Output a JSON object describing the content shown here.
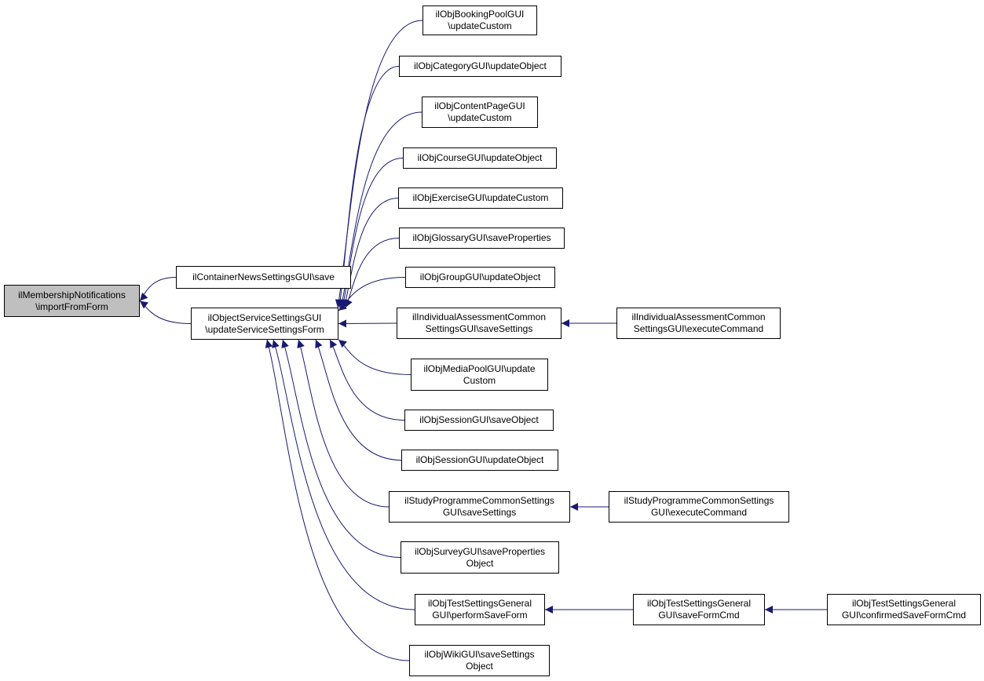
{
  "graph": {
    "edge_color": "#191970",
    "root_fill": "#bfbfbf",
    "node_fill": "#ffffff",
    "nodes": [
      {
        "id": "membership",
        "lines": [
          "ilMembershipNotifications",
          "\\importFromForm"
        ],
        "root": true
      },
      {
        "id": "news",
        "lines": [
          "ilContainerNewsSettingsGUI\\save"
        ]
      },
      {
        "id": "service",
        "lines": [
          "ilObjectServiceSettingsGUI",
          "\\updateServiceSettingsForm"
        ]
      },
      {
        "id": "booking",
        "lines": [
          "ilObjBookingPoolGUI",
          "\\updateCustom"
        ]
      },
      {
        "id": "category",
        "lines": [
          "ilObjCategoryGUI\\updateObject"
        ]
      },
      {
        "id": "contentpage",
        "lines": [
          "ilObjContentPageGUI",
          "\\updateCustom"
        ]
      },
      {
        "id": "course",
        "lines": [
          "ilObjCourseGUI\\updateObject"
        ]
      },
      {
        "id": "exercise",
        "lines": [
          "ilObjExerciseGUI\\updateCustom"
        ]
      },
      {
        "id": "glossary",
        "lines": [
          "ilObjGlossaryGUI\\saveProperties"
        ]
      },
      {
        "id": "group",
        "lines": [
          "ilObjGroupGUI\\updateObject"
        ]
      },
      {
        "id": "iass",
        "lines": [
          "ilIndividualAssessmentCommon",
          "SettingsGUI\\saveSettings"
        ]
      },
      {
        "id": "iass_exec",
        "lines": [
          "ilIndividualAssessmentCommon",
          "SettingsGUI\\executeCommand"
        ]
      },
      {
        "id": "mediapool",
        "lines": [
          "ilObjMediaPoolGUI\\update",
          "Custom"
        ]
      },
      {
        "id": "session_save",
        "lines": [
          "ilObjSessionGUI\\saveObject"
        ]
      },
      {
        "id": "session_update",
        "lines": [
          "ilObjSessionGUI\\updateObject"
        ]
      },
      {
        "id": "prg",
        "lines": [
          "ilStudyProgrammeCommonSettings",
          "GUI\\saveSettings"
        ]
      },
      {
        "id": "prg_exec",
        "lines": [
          "ilStudyProgrammeCommonSettings",
          "GUI\\executeCommand"
        ]
      },
      {
        "id": "survey",
        "lines": [
          "ilObjSurveyGUI\\saveProperties",
          "Object"
        ]
      },
      {
        "id": "test_perform",
        "lines": [
          "ilObjTestSettingsGeneral",
          "GUI\\performSaveForm"
        ]
      },
      {
        "id": "test_savecmd",
        "lines": [
          "ilObjTestSettingsGeneral",
          "GUI\\saveFormCmd"
        ]
      },
      {
        "id": "test_confirmed",
        "lines": [
          "ilObjTestSettingsGeneral",
          "GUI\\confirmedSaveFormCmd"
        ]
      },
      {
        "id": "wiki",
        "lines": [
          "ilObjWikiGUI\\saveSettings",
          "Object"
        ]
      }
    ],
    "edges": [
      {
        "from": "news",
        "to": "membership"
      },
      {
        "from": "service",
        "to": "membership"
      },
      {
        "from": "booking",
        "to": "service"
      },
      {
        "from": "category",
        "to": "service"
      },
      {
        "from": "contentpage",
        "to": "service"
      },
      {
        "from": "course",
        "to": "service"
      },
      {
        "from": "exercise",
        "to": "service"
      },
      {
        "from": "glossary",
        "to": "service"
      },
      {
        "from": "group",
        "to": "service"
      },
      {
        "from": "iass",
        "to": "service"
      },
      {
        "from": "mediapool",
        "to": "service"
      },
      {
        "from": "session_save",
        "to": "service"
      },
      {
        "from": "session_update",
        "to": "service"
      },
      {
        "from": "prg",
        "to": "service"
      },
      {
        "from": "survey",
        "to": "service"
      },
      {
        "from": "test_perform",
        "to": "service"
      },
      {
        "from": "wiki",
        "to": "service"
      },
      {
        "from": "iass_exec",
        "to": "iass"
      },
      {
        "from": "prg_exec",
        "to": "prg"
      },
      {
        "from": "test_savecmd",
        "to": "test_perform"
      },
      {
        "from": "test_confirmed",
        "to": "test_savecmd"
      }
    ]
  }
}
